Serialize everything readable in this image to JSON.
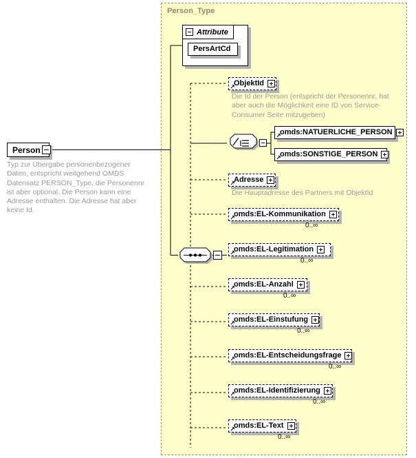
{
  "diagram": {
    "kind": "xsd-schema-diagram",
    "root_element": {
      "name": "Person",
      "toggle": "collapse-minus",
      "documentation": "Typ zur Übergabe personenbezogener Daten, entspricht weitgehend OMDS Datensatz PERSON_Type, die Personennr ist aber optional. Die Person kann eine Adresse enthalten. Die Adresse hat aber keine Id."
    },
    "type_panel": {
      "title": "Person_Type",
      "attribute_group": {
        "label": "Attribute",
        "toggle": "collapse-minus",
        "attributes": [
          {
            "name": "PersArtCd"
          }
        ]
      },
      "children": [
        {
          "name": "ObjektId",
          "toggle": "expand-plus",
          "style": "dashed",
          "occurs": "",
          "documentation": "Die Id der Person (entspricht der Personennr, hat aber auch die Möglichkeit eine ID von Service-Consumer Seite mitzugeben)"
        },
        {
          "name": "omds:NATUERLICHE_PERSON",
          "toggle": "expand-plus",
          "style": "solid",
          "occurs": "",
          "group": "choice"
        },
        {
          "name": "omds:SONSTIGE_PERSON",
          "toggle": "expand-plus",
          "style": "solid",
          "occurs": "",
          "group": "choice"
        },
        {
          "name": "Adresse",
          "toggle": "expand-plus",
          "style": "dashed",
          "occurs": "",
          "documentation": "Die Hauptadresse des Partners mit ObjektId"
        },
        {
          "name": "omds:EL-Kommunikation",
          "toggle": "expand-plus",
          "style": "dashed",
          "occurs": "0..∞"
        },
        {
          "name": "omds:EL-Legitimation",
          "toggle": "expand-plus",
          "style": "dashed",
          "occurs": "0..∞"
        },
        {
          "name": "omds:EL-Anzahl",
          "toggle": "expand-plus",
          "style": "dashed",
          "occurs": "0..∞"
        },
        {
          "name": "omds:EL-Einstufung",
          "toggle": "expand-plus",
          "style": "dashed",
          "occurs": "0..∞"
        },
        {
          "name": "omds:EL-Entscheidungsfrage",
          "toggle": "expand-plus",
          "style": "dashed",
          "occurs": "0..∞"
        },
        {
          "name": "omds:EL-Identifizierung",
          "toggle": "expand-plus",
          "style": "dashed",
          "occurs": "0..∞"
        },
        {
          "name": "omds:EL-Text",
          "toggle": "expand-plus",
          "style": "dashed",
          "occurs": "0..∞"
        }
      ],
      "connectors": [
        {
          "type": "choice",
          "toggle": "collapse-minus"
        },
        {
          "type": "sequence",
          "toggle": "collapse-minus"
        }
      ]
    },
    "colors": {
      "panel_background": "#ffffcc",
      "panel_border": "#999966",
      "panel_title_text": "#8a8a6a",
      "node_background": "#ffffff",
      "node_border": "#000000",
      "shadow": "#b3b3b3",
      "documentation_text": "#9a9a9a",
      "canvas_background": "#ffffff"
    }
  }
}
